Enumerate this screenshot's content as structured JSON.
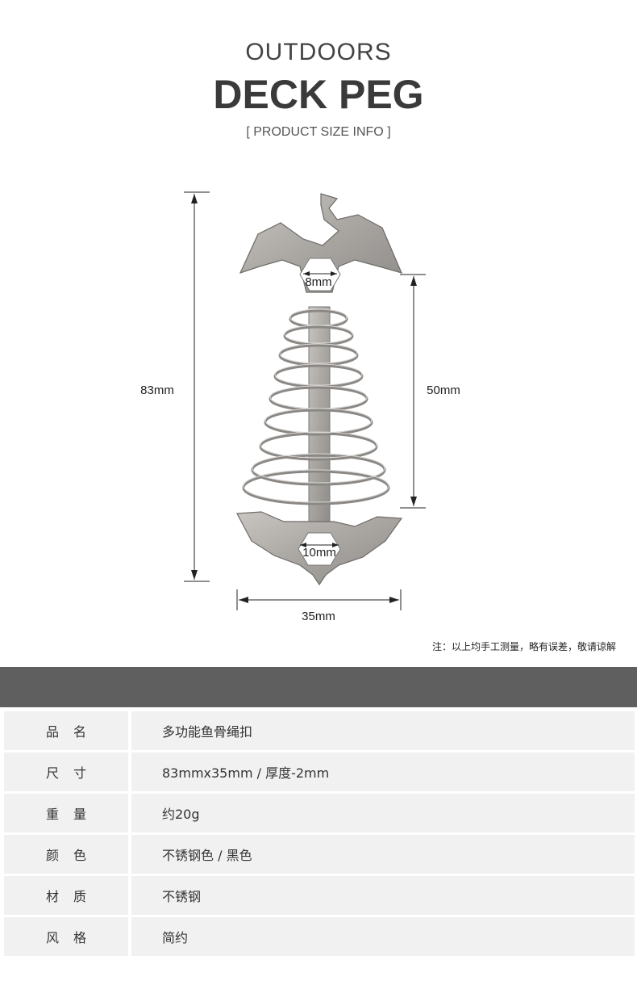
{
  "header": {
    "subtitle": "OUTDOORS",
    "title": "DECK PEG",
    "info": "[  PRODUCT SIZE INFO  ]"
  },
  "dimensions": {
    "height": "83mm",
    "width": "35mm",
    "spring_length": "50mm",
    "top_hex": "8mm",
    "bottom_hex": "10mm"
  },
  "note": "注：以上均手工测量，略有误差，敬请谅解",
  "specs": [
    {
      "label": "品名",
      "value": "多功能鱼骨绳扣"
    },
    {
      "label": "尺寸",
      "value": "83mmx35mm / 厚度-2mm"
    },
    {
      "label": "重量",
      "value": "约20g"
    },
    {
      "label": "颜色",
      "value": "不锈钢色 / 黑色"
    },
    {
      "label": "材质",
      "value": "不锈钢"
    },
    {
      "label": "风格",
      "value": "简约"
    }
  ],
  "colors": {
    "band": "#5f5f5f",
    "row_bg": "#f1f1f1",
    "metal": "#b8b8b8"
  }
}
